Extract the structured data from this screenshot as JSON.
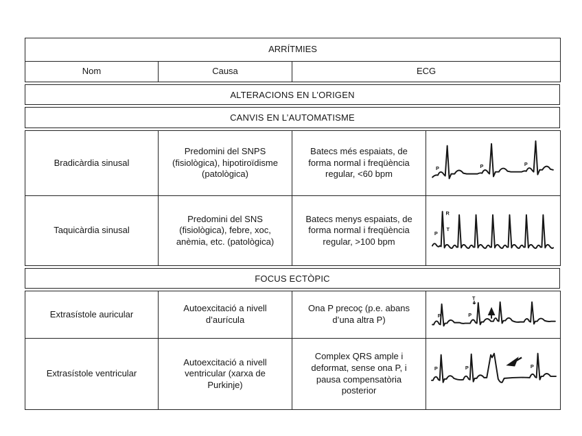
{
  "page": {
    "background": "#ffffff",
    "border_color": "#222222",
    "text_color": "#161616"
  },
  "table": {
    "title": "ARRÍTMIES",
    "columns": {
      "nom": "Nom",
      "causa": "Causa",
      "ecg": "ECG"
    },
    "sections": {
      "origen": "ALTERACIONS EN L’ORIGEN",
      "automatisme": "CANVIS EN L’AUTOMATISME",
      "ectopic": "FOCUS ECTÒPIC"
    },
    "rows": [
      {
        "nom": "Bradicàrdia sinusal",
        "causa": "Predomini del SNPS (fisiològica), hipotiroïdisme (patològica)",
        "ecg": "Batecs més espaiats, de forma normal i freqüència regular, <60 bpm",
        "strip": "ecg-bradicardia-strip"
      },
      {
        "nom": "Taquicàrdia sinusal",
        "causa": "Predomini del SNS (fisiològica), febre, xoc, anèmia, etc. (patològica)",
        "ecg": "Batecs menys espaiats, de forma normal i freqüència regular, >100 bpm",
        "strip": "ecg-taquicardia-strip"
      },
      {
        "nom": "Extrasístole auricular",
        "causa": "Autoexcitació a nivell d’aurícula",
        "ecg": "Ona P precoç (p.e. abans d’una altra P)",
        "strip": "ecg-extrasistole-auricular-strip"
      },
      {
        "nom": "Extrasístole ventricular",
        "causa": "Autoexcitació a nivell ventricular (xarxa de Purkinje)",
        "ecg": "Complex QRS ample i deformat, sense ona P, i pausa compensatòria posterior",
        "strip": "ecg-extrasistole-ventricular-strip"
      }
    ],
    "ecg_wave_labels": {
      "p": "P",
      "r": "R",
      "t": "T"
    }
  }
}
